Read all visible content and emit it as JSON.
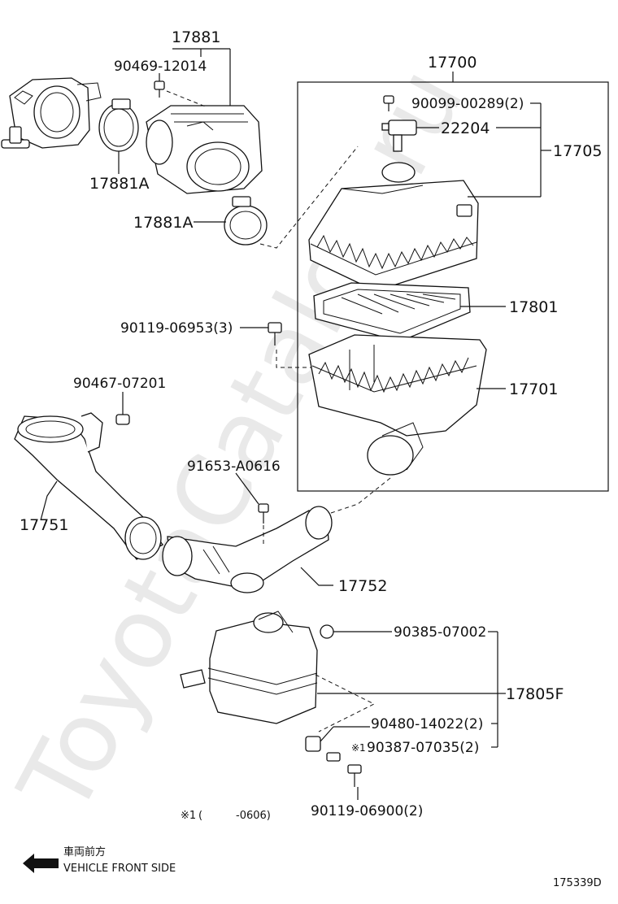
{
  "watermark": "ToyotaCatalog.ru",
  "diagram_id": "175339D",
  "direction": {
    "label_jp": "車両前方",
    "label_en": "VEHICLE FRONT SIDE"
  },
  "footnote": {
    "mark": "※1",
    "text_open": "(",
    "text_range": "-0606)"
  },
  "labels": {
    "p17881": "17881",
    "p90469": "90469-12014",
    "p17881A_top": "17881A",
    "p17881A_mid": "17881A",
    "p17700": "17700",
    "p90099": "90099-00289(2)",
    "p22204": "22204",
    "p17705": "17705",
    "p17801": "17801",
    "p90119_06953": "90119-06953(3)",
    "p17701": "17701",
    "p90467": "90467-07201",
    "p17751": "17751",
    "p91653": "91653-A0616",
    "p17752": "17752",
    "p90385": "90385-07002",
    "p17805F": "17805F",
    "p90480": "90480-14022(2)",
    "p90387_mark": "※1",
    "p90387": "90387-07035(2)",
    "p90119_06900": "90119-06900(2)"
  }
}
